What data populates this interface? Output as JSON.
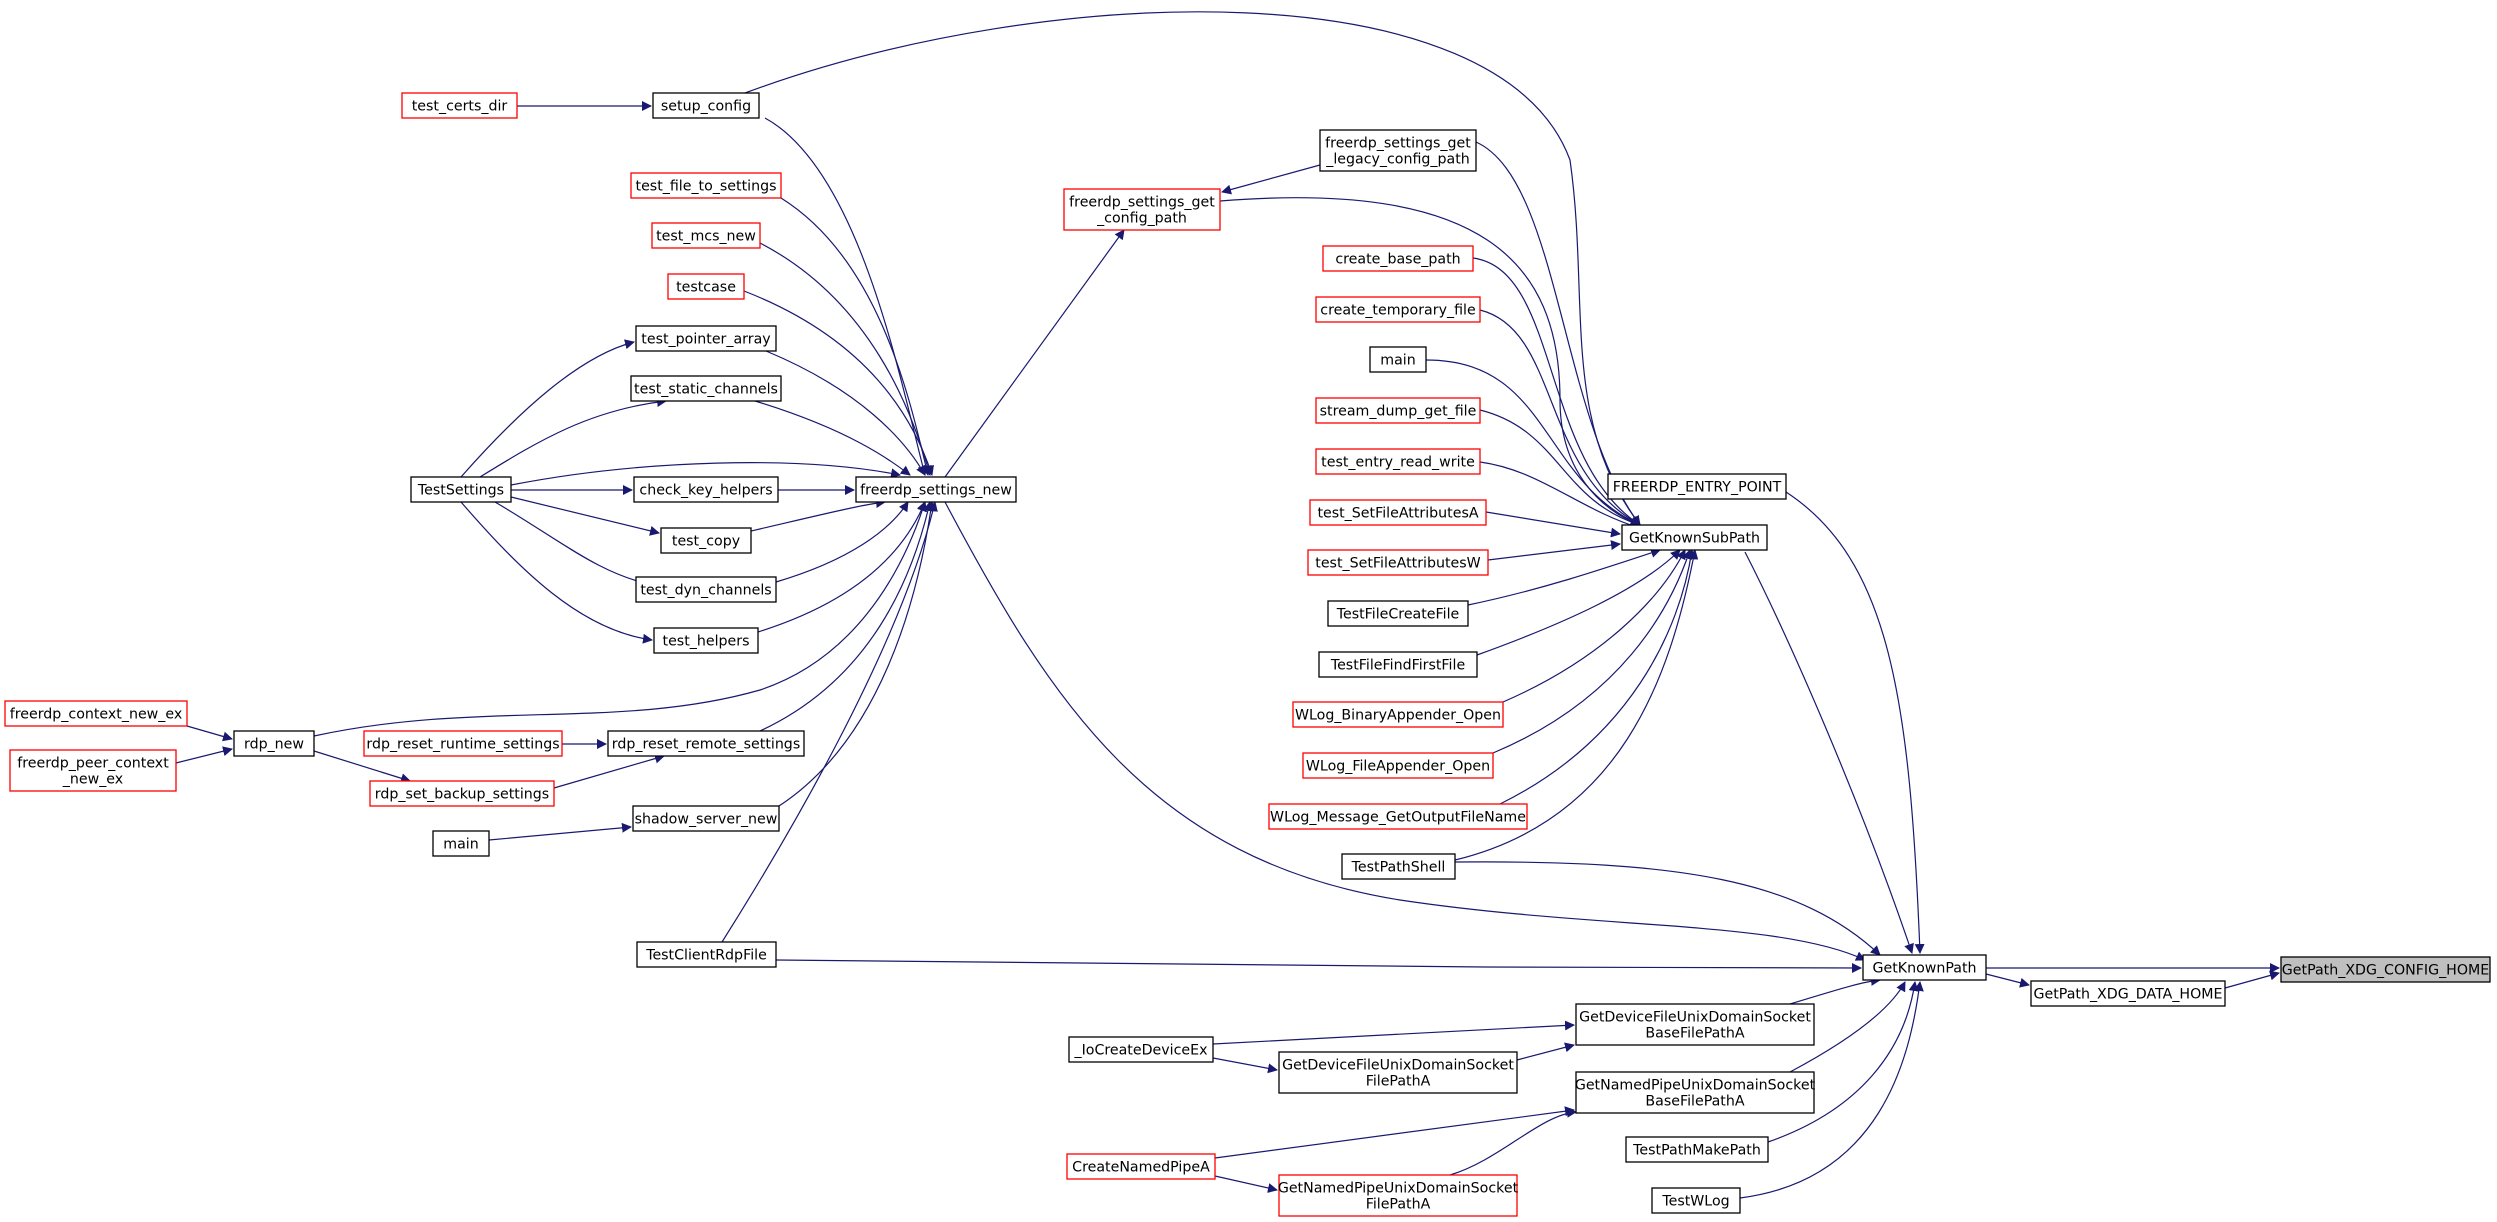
{
  "graph": {
    "colors": {
      "edge": "#191970",
      "node_border_default": "#000000",
      "node_border_truncated": "#ff0000",
      "highlight_fill": "#bfbfbf",
      "node_fill": "#ffffff"
    },
    "nodes": [
      {
        "id": "getpath_xdg_config_home",
        "lines": [
          "GetPath_XDG_CONFIG_HOME"
        ],
        "border": "black",
        "highlight": true
      },
      {
        "id": "getpath_xdg_data_home",
        "lines": [
          "GetPath_XDG_DATA_HOME"
        ],
        "border": "black"
      },
      {
        "id": "getknownpath",
        "lines": [
          "GetKnownPath"
        ],
        "border": "black"
      },
      {
        "id": "getknownsubpath",
        "lines": [
          "GetKnownSubPath"
        ],
        "border": "black"
      },
      {
        "id": "freerdp_entry_point",
        "lines": [
          "FREERDP_ENTRY_POINT"
        ],
        "border": "black"
      },
      {
        "id": "getdevicefile_base",
        "lines": [
          "GetDeviceFileUnixDomainSocket",
          "BaseFilePathA"
        ],
        "border": "black"
      },
      {
        "id": "getnamedpipe_base",
        "lines": [
          "GetNamedPipeUnixDomainSocket",
          "BaseFilePathA"
        ],
        "border": "black"
      },
      {
        "id": "testpathmakepath",
        "lines": [
          "TestPathMakePath"
        ],
        "border": "black"
      },
      {
        "id": "testwlog",
        "lines": [
          "TestWLog"
        ],
        "border": "black"
      },
      {
        "id": "freerdp_settings_new",
        "lines": [
          "freerdp_settings_new"
        ],
        "border": "black"
      },
      {
        "id": "testclientrdpfile",
        "lines": [
          "TestClientRdpFile"
        ],
        "border": "black"
      },
      {
        "id": "testpathshell",
        "lines": [
          "TestPathShell"
        ],
        "border": "black"
      },
      {
        "id": "freerdp_settings_get_legacy_config_path",
        "lines": [
          "freerdp_settings_get",
          "_legacy_config_path"
        ],
        "border": "black"
      },
      {
        "id": "freerdp_settings_get_config_path",
        "lines": [
          "freerdp_settings_get",
          "_config_path"
        ],
        "border": "red"
      },
      {
        "id": "create_base_path",
        "lines": [
          "create_base_path"
        ],
        "border": "red"
      },
      {
        "id": "create_temporary_file",
        "lines": [
          "create_temporary_file"
        ],
        "border": "red"
      },
      {
        "id": "main_a",
        "lines": [
          "main"
        ],
        "border": "black"
      },
      {
        "id": "stream_dump_get_file",
        "lines": [
          "stream_dump_get_file"
        ],
        "border": "red"
      },
      {
        "id": "test_entry_read_write",
        "lines": [
          "test_entry_read_write"
        ],
        "border": "red"
      },
      {
        "id": "test_setfileattributesa",
        "lines": [
          "test_SetFileAttributesA"
        ],
        "border": "red"
      },
      {
        "id": "test_setfileattributesw",
        "lines": [
          "test_SetFileAttributesW"
        ],
        "border": "red"
      },
      {
        "id": "testfilecreatefile",
        "lines": [
          "TestFileCreateFile"
        ],
        "border": "black"
      },
      {
        "id": "testfilefindfirstfile",
        "lines": [
          "TestFileFindFirstFile"
        ],
        "border": "black"
      },
      {
        "id": "wlog_binaryappender_open",
        "lines": [
          "WLog_BinaryAppender_Open"
        ],
        "border": "red"
      },
      {
        "id": "wlog_fileappender_open",
        "lines": [
          "WLog_FileAppender_Open"
        ],
        "border": "red"
      },
      {
        "id": "wlog_message_getoutputfilename",
        "lines": [
          "WLog_Message_GetOutputFileName"
        ],
        "border": "red"
      },
      {
        "id": "iocreatedeviceex",
        "lines": [
          "_IoCreateDeviceEx"
        ],
        "border": "black"
      },
      {
        "id": "getdevicefile_filepath",
        "lines": [
          "GetDeviceFileUnixDomainSocket",
          "FilePathA"
        ],
        "border": "black"
      },
      {
        "id": "createnamedpipea",
        "lines": [
          "CreateNamedPipeA"
        ],
        "border": "red"
      },
      {
        "id": "getnamedpipe_filepath",
        "lines": [
          "GetNamedPipeUnixDomainSocket",
          "FilePathA"
        ],
        "border": "red"
      },
      {
        "id": "setup_config",
        "lines": [
          "setup_config"
        ],
        "border": "black"
      },
      {
        "id": "test_certs_dir",
        "lines": [
          "test_certs_dir"
        ],
        "border": "red"
      },
      {
        "id": "test_file_to_settings",
        "lines": [
          "test_file_to_settings"
        ],
        "border": "red"
      },
      {
        "id": "test_mcs_new",
        "lines": [
          "test_mcs_new"
        ],
        "border": "red"
      },
      {
        "id": "testcase",
        "lines": [
          "testcase"
        ],
        "border": "red"
      },
      {
        "id": "test_pointer_array",
        "lines": [
          "test_pointer_array"
        ],
        "border": "black"
      },
      {
        "id": "test_static_channels",
        "lines": [
          "test_static_channels"
        ],
        "border": "black"
      },
      {
        "id": "check_key_helpers",
        "lines": [
          "check_key_helpers"
        ],
        "border": "black"
      },
      {
        "id": "test_copy",
        "lines": [
          "test_copy"
        ],
        "border": "black"
      },
      {
        "id": "test_dyn_channels",
        "lines": [
          "test_dyn_channels"
        ],
        "border": "black"
      },
      {
        "id": "test_helpers",
        "lines": [
          "test_helpers"
        ],
        "border": "black"
      },
      {
        "id": "testsettings",
        "lines": [
          "TestSettings"
        ],
        "border": "black"
      },
      {
        "id": "rdp_reset_remote_settings",
        "lines": [
          "rdp_reset_remote_settings"
        ],
        "border": "black"
      },
      {
        "id": "rdp_reset_runtime_settings",
        "lines": [
          "rdp_reset_runtime_settings"
        ],
        "border": "red"
      },
      {
        "id": "rdp_set_backup_settings",
        "lines": [
          "rdp_set_backup_settings"
        ],
        "border": "red"
      },
      {
        "id": "shadow_server_new",
        "lines": [
          "shadow_server_new"
        ],
        "border": "black"
      },
      {
        "id": "main_b",
        "lines": [
          "main"
        ],
        "border": "black"
      },
      {
        "id": "rdp_new",
        "lines": [
          "rdp_new"
        ],
        "border": "black"
      },
      {
        "id": "freerdp_context_new_ex",
        "lines": [
          "freerdp_context_new_ex"
        ],
        "border": "red"
      },
      {
        "id": "freerdp_peer_context_new_ex",
        "lines": [
          "freerdp_peer_context",
          "_new_ex"
        ],
        "border": "red"
      }
    ]
  }
}
